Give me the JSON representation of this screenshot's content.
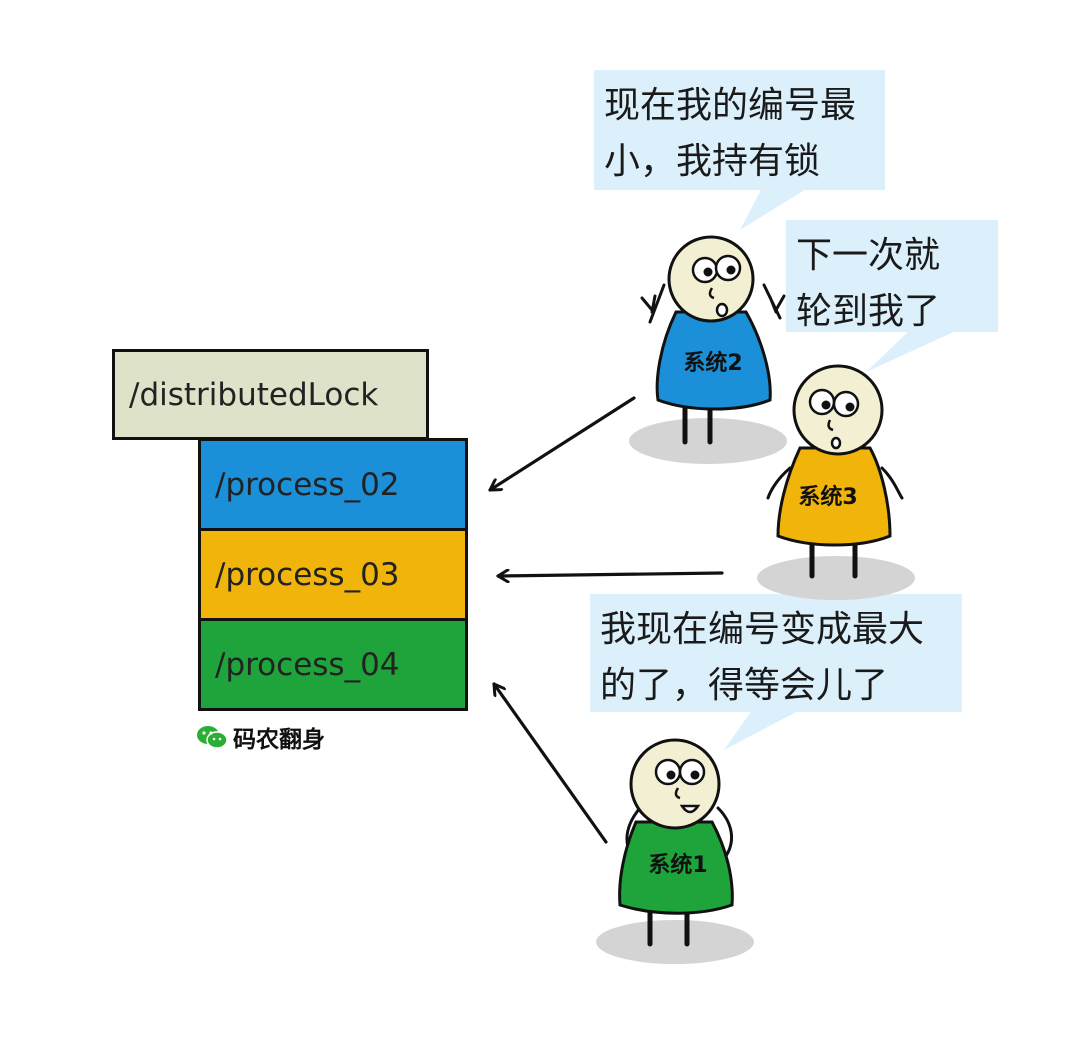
{
  "tree": {
    "root": "/distributedLock",
    "children": [
      {
        "label": "/process_02",
        "color": "#1b8fd8"
      },
      {
        "label": "/process_03",
        "color": "#f1b40a"
      },
      {
        "label": "/process_04",
        "color": "#1ea43a"
      }
    ]
  },
  "characters": [
    {
      "label": "系统2",
      "shirt_color": "#1b8fd8"
    },
    {
      "label": "系统3",
      "shirt_color": "#f1b40a"
    },
    {
      "label": "系统1",
      "shirt_color": "#1ea43a"
    }
  ],
  "bubbles": [
    {
      "line1": "现在我的编号最",
      "line2": "小，我持有锁"
    },
    {
      "line1": "下一次就",
      "line2": "轮到我了"
    },
    {
      "line1": "我现在编号变成最大",
      "line2": "的了，得等会儿了"
    }
  ],
  "watermark": {
    "text": "码农翻身",
    "icon": "wechat-icon"
  },
  "colors": {
    "root_bg": "#dde2c8",
    "bubble_bg": "#dcf0fb",
    "shadow": "#d4d4d4",
    "skin": "#f3efd2"
  }
}
